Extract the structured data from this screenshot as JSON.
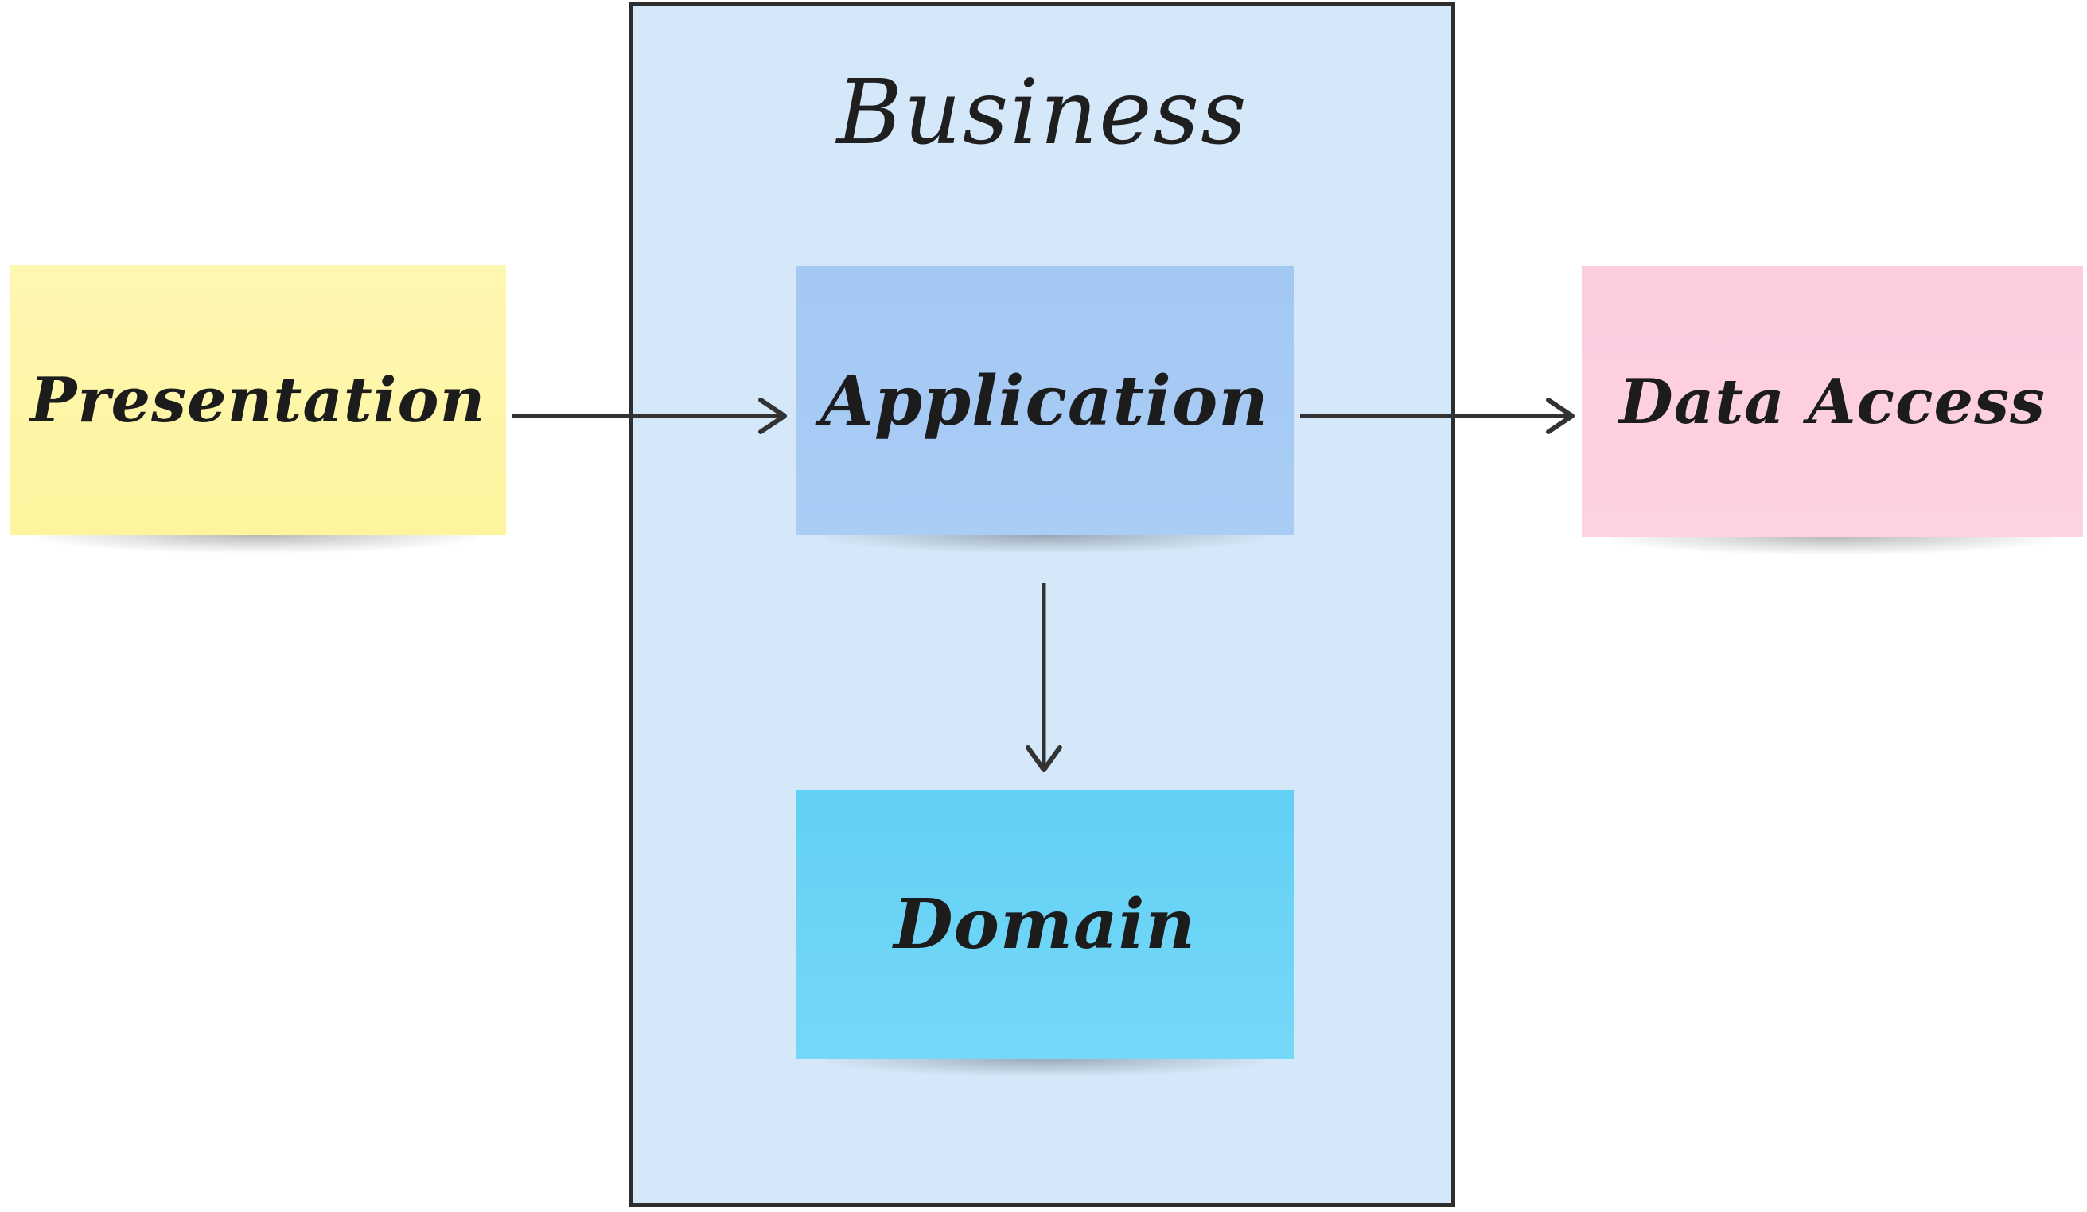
{
  "diagram": {
    "container": {
      "title": "Business",
      "fill": "#d4e8f9",
      "border": "#2e2e2e"
    },
    "nodes": [
      {
        "id": "presentation",
        "label": "Presentation",
        "color": "#fdf49e"
      },
      {
        "id": "application",
        "label": "Application",
        "color": "#a6cbf4"
      },
      {
        "id": "domain",
        "label": "Domain",
        "color": "#6dd4f6"
      },
      {
        "id": "data_access",
        "label": "Data Access",
        "color": "#fdcfe1"
      }
    ],
    "edges": [
      {
        "from": "presentation",
        "to": "application"
      },
      {
        "from": "application",
        "to": "data_access"
      },
      {
        "from": "application",
        "to": "domain"
      }
    ],
    "arrow_color": "#333333"
  }
}
